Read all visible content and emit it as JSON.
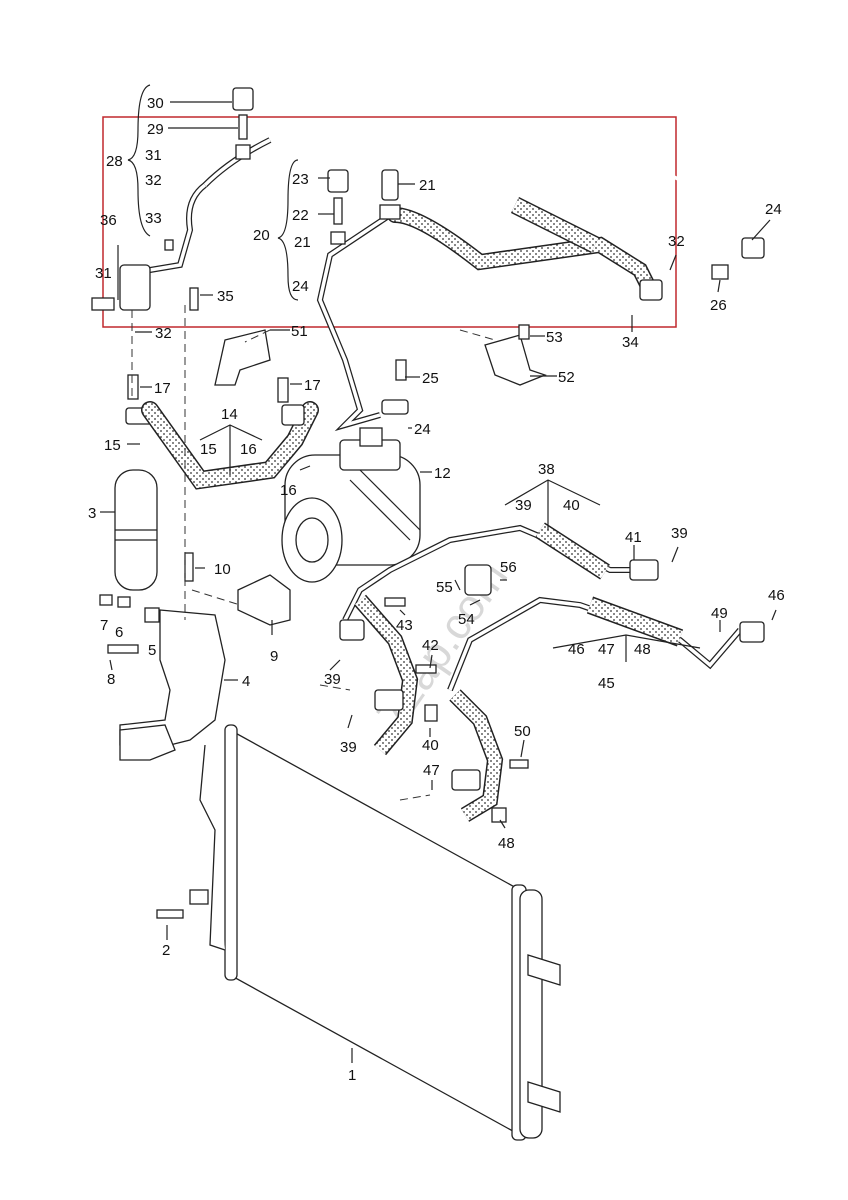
{
  "watermark": "7zap.com",
  "highlight_color": "#c0282d",
  "labels": [
    {
      "id": "30",
      "text": "30"
    },
    {
      "id": "29",
      "text": "29"
    },
    {
      "id": "28",
      "text": "28"
    },
    {
      "id": "31a",
      "text": "31"
    },
    {
      "id": "32a",
      "text": "32"
    },
    {
      "id": "36",
      "text": "36"
    },
    {
      "id": "33",
      "text": "33"
    },
    {
      "id": "31b",
      "text": "31"
    },
    {
      "id": "35",
      "text": "35"
    },
    {
      "id": "32b",
      "text": "32"
    },
    {
      "id": "23",
      "text": "23"
    },
    {
      "id": "22",
      "text": "22"
    },
    {
      "id": "20",
      "text": "20"
    },
    {
      "id": "21a",
      "text": "21"
    },
    {
      "id": "21b",
      "text": "21"
    },
    {
      "id": "24a",
      "text": "24"
    },
    {
      "id": "51",
      "text": "51"
    },
    {
      "id": "24b",
      "text": "24"
    },
    {
      "id": "32c",
      "text": "32"
    },
    {
      "id": "26",
      "text": "26"
    },
    {
      "id": "34",
      "text": "34"
    },
    {
      "id": "53",
      "text": "53"
    },
    {
      "id": "52",
      "text": "52"
    },
    {
      "id": "17a",
      "text": "17"
    },
    {
      "id": "17b",
      "text": "17"
    },
    {
      "id": "25",
      "text": "25"
    },
    {
      "id": "14",
      "text": "14"
    },
    {
      "id": "15a",
      "text": "15"
    },
    {
      "id": "16a",
      "text": "16"
    },
    {
      "id": "15b",
      "text": "15"
    },
    {
      "id": "24c",
      "text": "24"
    },
    {
      "id": "16b",
      "text": "16"
    },
    {
      "id": "12",
      "text": "12"
    },
    {
      "id": "3",
      "text": "3"
    },
    {
      "id": "38",
      "text": "38"
    },
    {
      "id": "39a",
      "text": "39"
    },
    {
      "id": "40a",
      "text": "40"
    },
    {
      "id": "41",
      "text": "41"
    },
    {
      "id": "39b",
      "text": "39"
    },
    {
      "id": "10",
      "text": "10"
    },
    {
      "id": "55",
      "text": "55"
    },
    {
      "id": "56",
      "text": "56"
    },
    {
      "id": "54",
      "text": "54"
    },
    {
      "id": "7",
      "text": "7"
    },
    {
      "id": "6",
      "text": "6"
    },
    {
      "id": "5",
      "text": "5"
    },
    {
      "id": "9",
      "text": "9"
    },
    {
      "id": "43",
      "text": "43"
    },
    {
      "id": "49",
      "text": "49"
    },
    {
      "id": "46a",
      "text": "46"
    },
    {
      "id": "8",
      "text": "8"
    },
    {
      "id": "39c",
      "text": "39"
    },
    {
      "id": "42",
      "text": "42"
    },
    {
      "id": "46b",
      "text": "46"
    },
    {
      "id": "47a",
      "text": "47"
    },
    {
      "id": "48a",
      "text": "48"
    },
    {
      "id": "45",
      "text": "45"
    },
    {
      "id": "4",
      "text": "4"
    },
    {
      "id": "39d",
      "text": "39"
    },
    {
      "id": "40b",
      "text": "40"
    },
    {
      "id": "50",
      "text": "50"
    },
    {
      "id": "47b",
      "text": "47"
    },
    {
      "id": "48b",
      "text": "48"
    },
    {
      "id": "2",
      "text": "2"
    },
    {
      "id": "1",
      "text": "1"
    }
  ]
}
